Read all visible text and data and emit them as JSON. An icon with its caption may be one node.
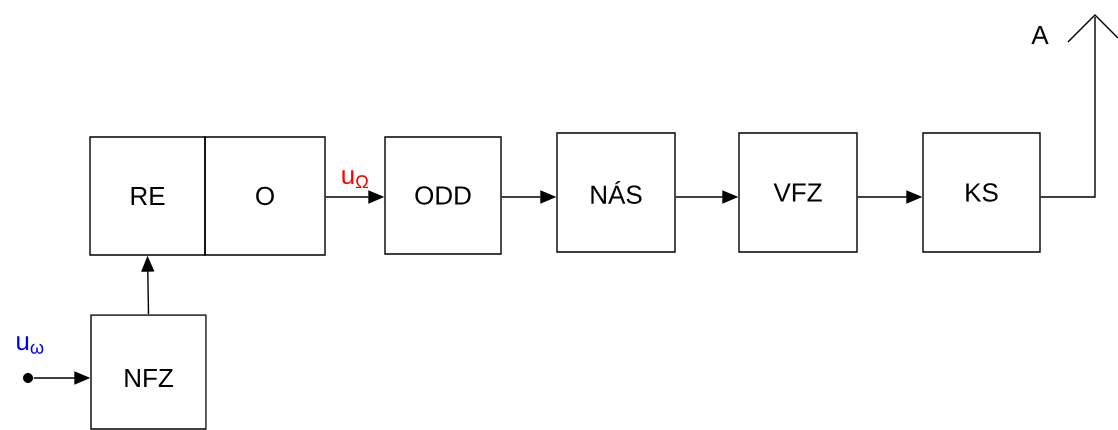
{
  "diagram": {
    "nodes": [
      {
        "text": [
          "RE"
        ]
      },
      {
        "text": [
          "O"
        ]
      },
      {
        "text": [
          "ODD"
        ]
      },
      {
        "text": [
          "NÁS"
        ]
      },
      {
        "text": [
          "VFZ"
        ]
      },
      {
        "text": [
          "KS"
        ]
      },
      {
        "text": [
          "NFZ"
        ]
      },
      {
        "text": [],
        "shape": "circle",
        "beside": [
          "u$_{ω}$"
        ]
      },
      {
        "text": [],
        "shape": "antenna",
        "beside": [
          "A"
        ]
      }
    ],
    "edges": [
      {
        "from": 7,
        "to": 6,
        "arrow": "to"
      },
      {
        "from": 6,
        "to": 0,
        "arrow": "to"
      },
      {
        "from": 1,
        "to": 2,
        "arrow": "to",
        "label": "u$_{Ω}$"
      },
      {
        "from": 2,
        "to": 3,
        "arrow": "to"
      },
      {
        "from": 3,
        "to": 4,
        "arrow": "to"
      },
      {
        "from": 4,
        "to": 5,
        "arrow": "to"
      },
      {
        "from": 5,
        "to": 8,
        "arrow": "none"
      }
    ]
  }
}
